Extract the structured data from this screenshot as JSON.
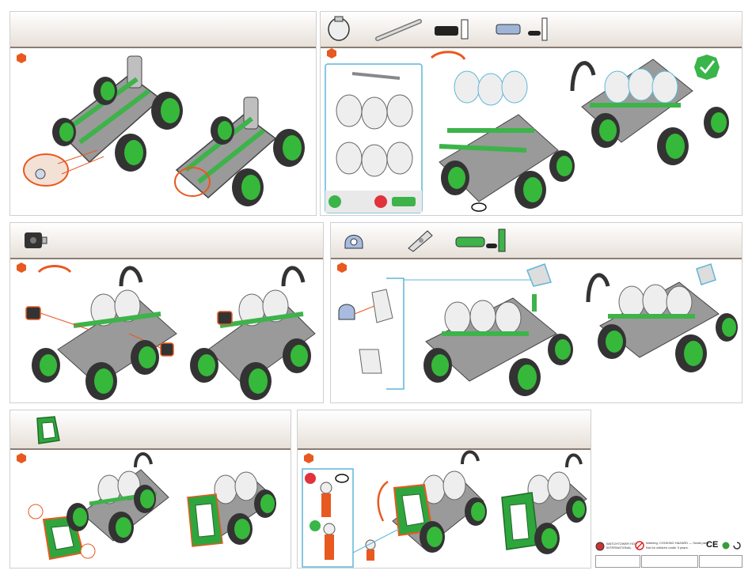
{
  "colors": {
    "accent_orange": "#e8591f",
    "rod_green": "#3db34a",
    "wheel_green": "#36b83a",
    "frame_gray": "#8f8f8f",
    "callout_blue": "#5fb6d9",
    "ok_green": "#39b54a",
    "no_red": "#e0333b"
  },
  "steps": [
    {
      "id": "step-1",
      "icons": []
    },
    {
      "id": "step-2",
      "icons": [
        "tank-icon",
        "linker-arm-icon",
        "axle-connector-icon",
        "gray-connector-icon"
      ]
    },
    {
      "id": "step-3",
      "icons": [
        "block-connector-icon"
      ]
    },
    {
      "id": "step-4",
      "icons": [
        "clip-icon",
        "plate-icon",
        "green-connector-icon"
      ]
    },
    {
      "id": "step-5",
      "icons": [
        "green-cab-icon"
      ]
    },
    {
      "id": "step-6",
      "icons": []
    }
  ],
  "footer": {
    "brand_lines": [
      "WATCHTOWER HOBBY",
      "INTERNATIONAL"
    ],
    "warning_lines": [
      "Warning: CHOKING HAZARD — Small parts.",
      "Not for children under 3 years."
    ],
    "certifications": [
      "CE",
      "green-dot-icon",
      "recycle-icon"
    ]
  }
}
